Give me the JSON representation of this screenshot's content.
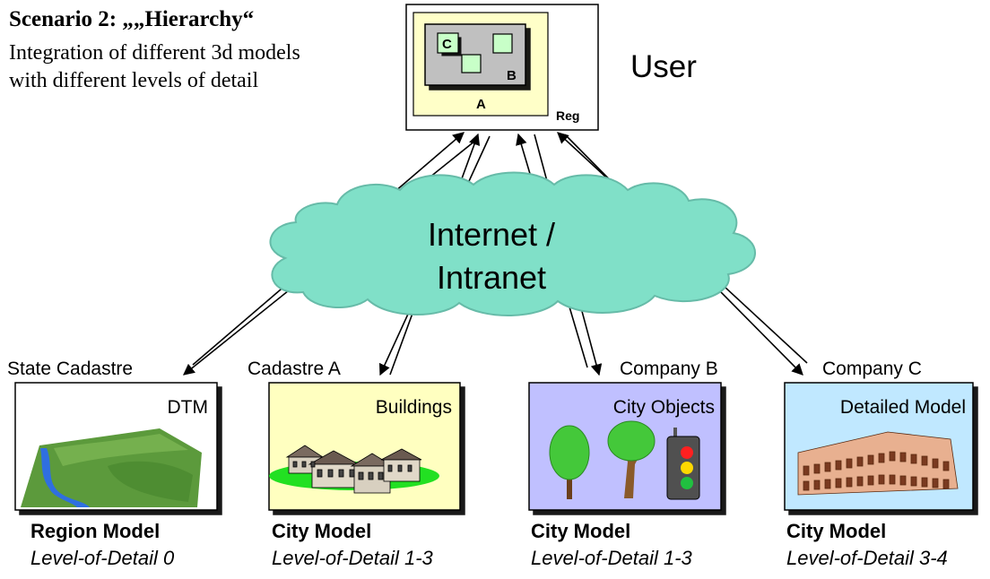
{
  "scenario": {
    "title": "Scenario 2: „„Hierarchy“",
    "description": "Integration of different 3d models with different levels of detail"
  },
  "user": {
    "label": "User",
    "reg_label": "Reg",
    "box_a": "A",
    "box_b": "B",
    "box_c": "C"
  },
  "network": {
    "line1": "Internet /",
    "line2": "Intranet"
  },
  "sources": [
    {
      "provider": "State Cadastre",
      "panel_title": "DTM",
      "model": "Region Model",
      "lod": "Level-of-Detail 0"
    },
    {
      "provider": "Cadastre A",
      "panel_title": "Buildings",
      "model": "City Model",
      "lod": "Level-of-Detail 1-3"
    },
    {
      "provider": "Company B",
      "panel_title": "City Objects",
      "model": "City Model",
      "lod": "Level-of-Detail 1-3"
    },
    {
      "provider": "Company C",
      "panel_title": "Detailed Model",
      "model": "City Model",
      "lod": "Level-of-Detail 3-4"
    }
  ],
  "colors": {
    "cloud": "#80e0c8",
    "user_panel": "#ffffc8",
    "inner_panel": "#c0c0c0",
    "green_box": "#c8ffc8",
    "buildings_panel": "#ffffc0",
    "city_objects_panel": "#c0c0ff",
    "detailed_panel": "#c0e8ff"
  }
}
